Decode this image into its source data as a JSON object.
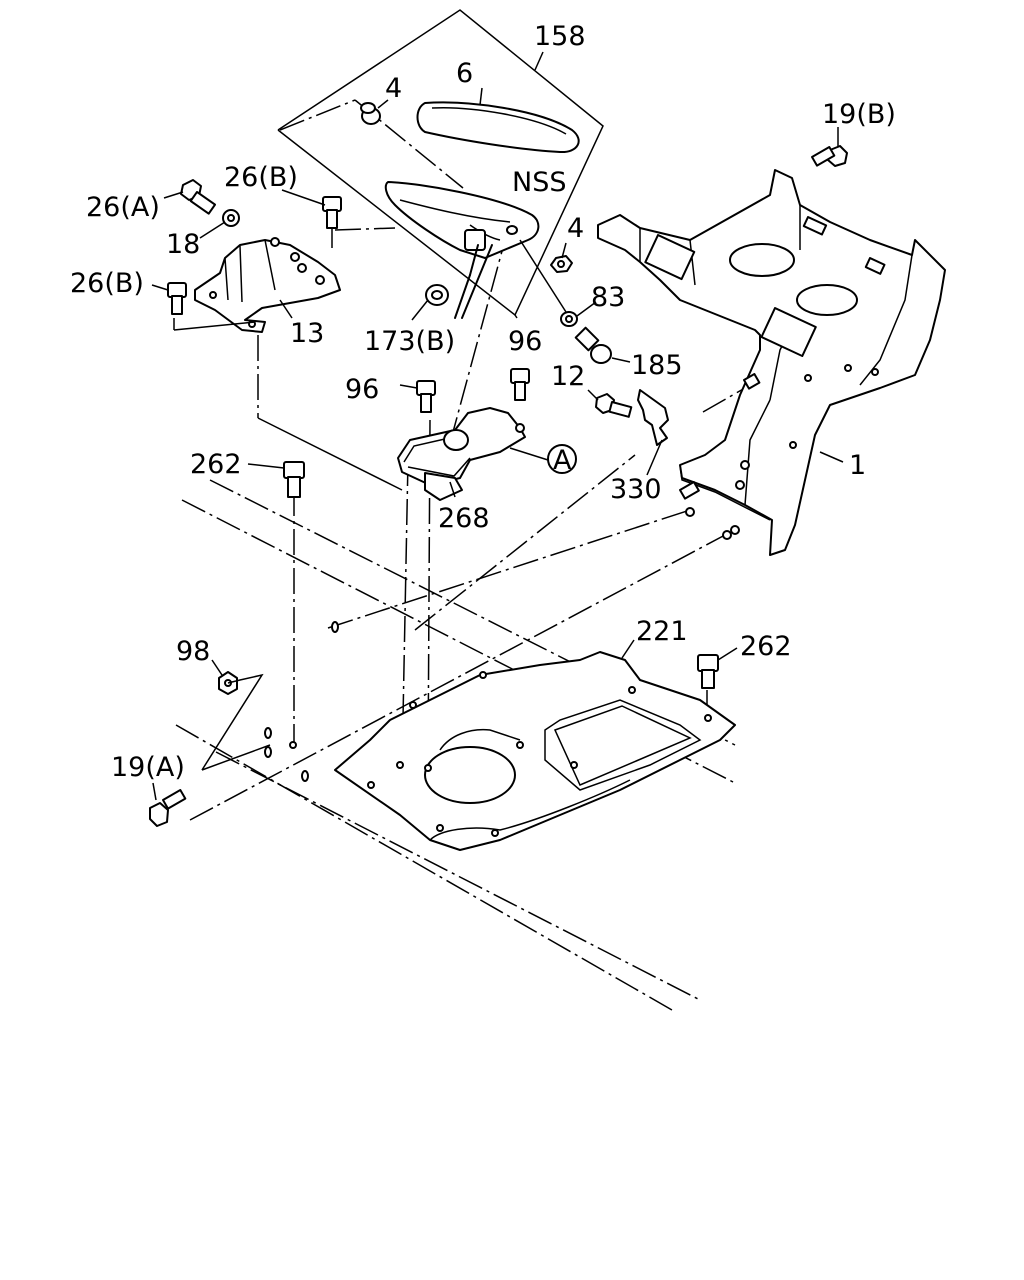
{
  "labels": {
    "p158": "158",
    "p6": "6",
    "p4_top": "4",
    "p19b": "19(B)",
    "p26a": "26(A)",
    "p26b_top": "26(B)",
    "pnss": "NSS",
    "p4_mid": "4",
    "p18": "18",
    "p83": "83",
    "p26b_left": "26(B)",
    "p13": "13",
    "p173b": "173(B)",
    "p96_right": "96",
    "p185": "185",
    "p96_left": "96",
    "p12": "12",
    "p262_top": "262",
    "pa": "A",
    "p1": "1",
    "p330": "330",
    "p268": "268",
    "p221": "221",
    "p262_right": "262",
    "p98": "98",
    "p19a": "19(A)"
  }
}
